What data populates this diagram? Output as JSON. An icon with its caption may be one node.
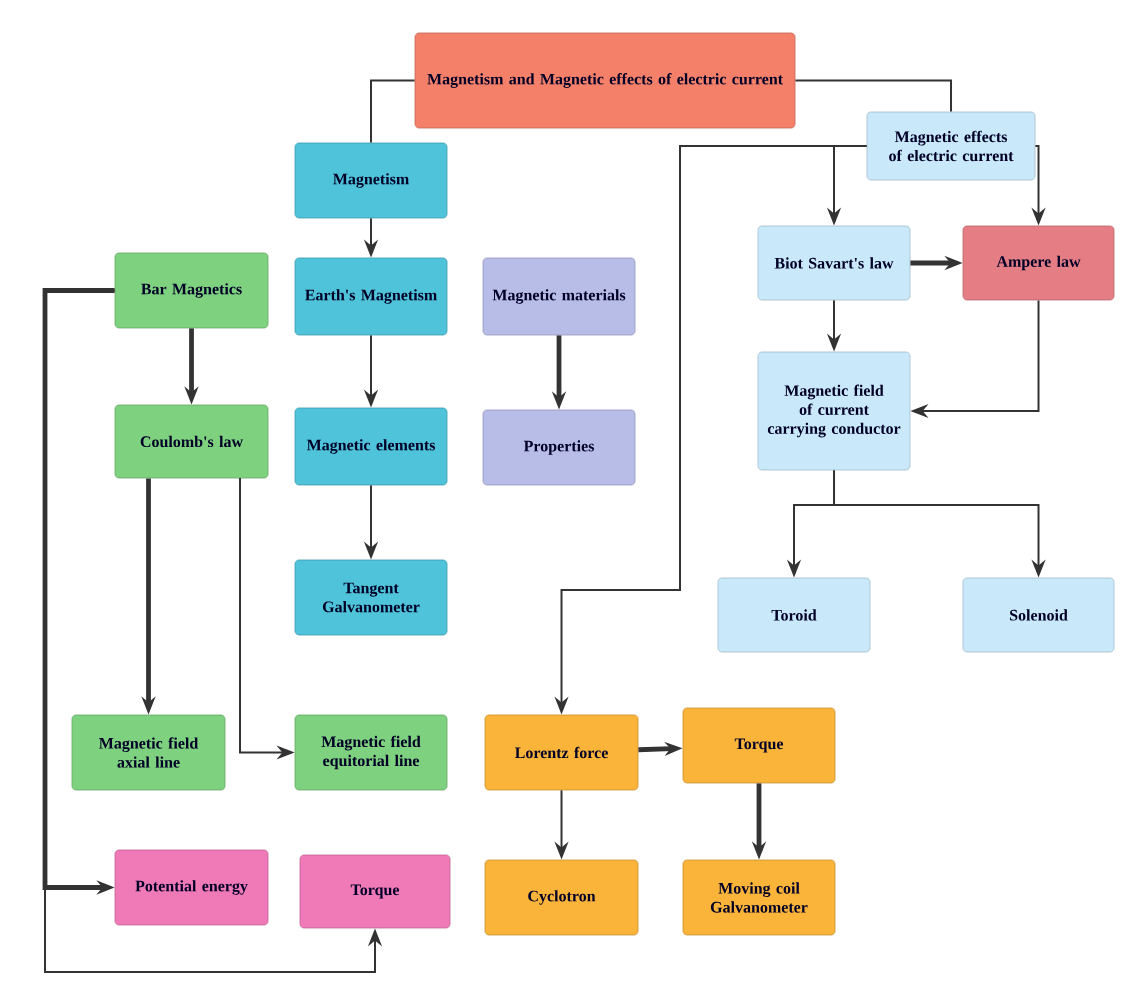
{
  "diagram": {
    "nodes": [
      {
        "text": [
          "Magnetism and Magnetic effects of electric current"
        ]
      },
      {
        "text": [
          "Magnetism"
        ]
      },
      {
        "text": [
          "Magnetic effects of electric current"
        ]
      },
      {
        "text": [
          "Bar Magnetics"
        ]
      },
      {
        "text": [
          "Earth's Magnetism"
        ]
      },
      {
        "text": [
          "Magnetic materials"
        ]
      },
      {
        "text": [
          "Biot Savart's law"
        ]
      },
      {
        "text": [
          "Ampere law"
        ]
      },
      {
        "text": [
          "Coulomb's law"
        ]
      },
      {
        "text": [
          "Magnetic elements"
        ]
      },
      {
        "text": [
          "Properties"
        ]
      },
      {
        "text": [
          "Magnetic field of current carrying conductor"
        ]
      },
      {
        "text": [
          "Tangent Galvanometer"
        ]
      },
      {
        "text": [
          "Toroid"
        ]
      },
      {
        "text": [
          "Solenoid"
        ]
      },
      {
        "text": [
          "Magnetic field axial line"
        ]
      },
      {
        "text": [
          "Magnetic field equitorial line"
        ]
      },
      {
        "text": [
          "Lorentz force"
        ]
      },
      {
        "text": [
          "Torque"
        ]
      },
      {
        "text": [
          "Potential energy"
        ]
      },
      {
        "text": [
          "Torque"
        ]
      },
      {
        "text": [
          "Cyclotron"
        ]
      },
      {
        "text": [
          "Moving coil Galvanometer"
        ]
      }
    ],
    "edges": [
      {
        "from": 0,
        "to": 1,
        "arrow": "none"
      },
      {
        "from": 0,
        "to": 2,
        "arrow": "none"
      },
      {
        "from": 1,
        "to": 4,
        "arrow": "to"
      },
      {
        "from": 4,
        "to": 9,
        "arrow": "to"
      },
      {
        "from": 9,
        "to": 12,
        "arrow": "to"
      },
      {
        "from": 5,
        "to": 10,
        "arrow": "to",
        "style": "thick"
      },
      {
        "from": 2,
        "to": 6,
        "arrow": "to"
      },
      {
        "from": 2,
        "to": 7,
        "arrow": "to"
      },
      {
        "from": 2,
        "to": 17,
        "arrow": "to"
      },
      {
        "from": 6,
        "to": 7,
        "arrow": "to",
        "style": "thick"
      },
      {
        "from": 6,
        "to": 11,
        "arrow": "to"
      },
      {
        "from": 7,
        "to": 11,
        "arrow": "to"
      },
      {
        "from": 11,
        "to": 13,
        "arrow": "to"
      },
      {
        "from": 11,
        "to": 14,
        "arrow": "to"
      },
      {
        "from": 3,
        "to": 8,
        "arrow": "to",
        "style": "thick"
      },
      {
        "from": 8,
        "to": 15,
        "arrow": "to",
        "style": "thick"
      },
      {
        "from": 8,
        "to": 16,
        "arrow": "to"
      },
      {
        "from": 3,
        "to": 19,
        "arrow": "to",
        "style": "thick"
      },
      {
        "from": 3,
        "to": 20,
        "arrow": "to"
      },
      {
        "from": 17,
        "to": 18,
        "arrow": "to",
        "style": "thick"
      },
      {
        "from": 17,
        "to": 21,
        "arrow": "to"
      },
      {
        "from": 18,
        "to": 22,
        "arrow": "to",
        "style": "thick"
      }
    ]
  }
}
